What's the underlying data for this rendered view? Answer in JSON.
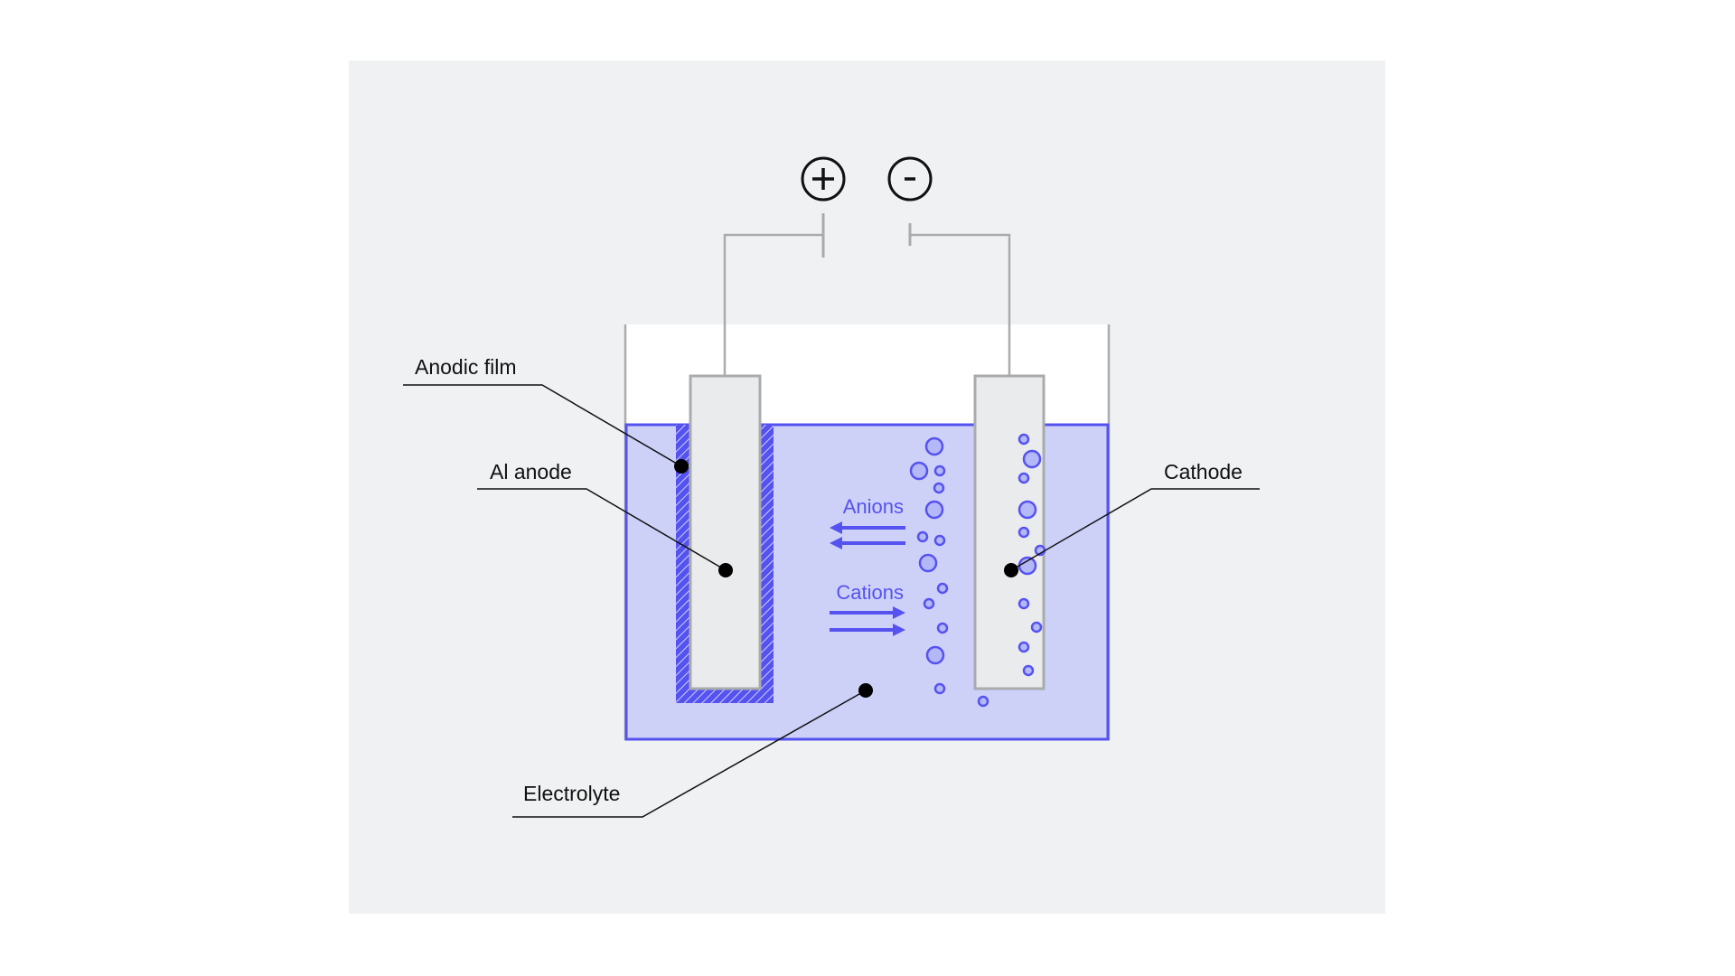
{
  "terminals": {
    "positive": "+",
    "negative": "-"
  },
  "labels": {
    "anodic_film": "Anodic film",
    "al_anode": "Al anode",
    "cathode": "Cathode",
    "electrolyte": "Electrolyte"
  },
  "ions": {
    "anions": "Anions",
    "cations": "Cations"
  },
  "colors": {
    "background_panel": "#eff1f2",
    "electrolyte_fill": "#cdd1f8",
    "accent_blue": "#5552f0",
    "electrode_fill": "#e9ebec",
    "electrode_border": "#a9abad"
  }
}
